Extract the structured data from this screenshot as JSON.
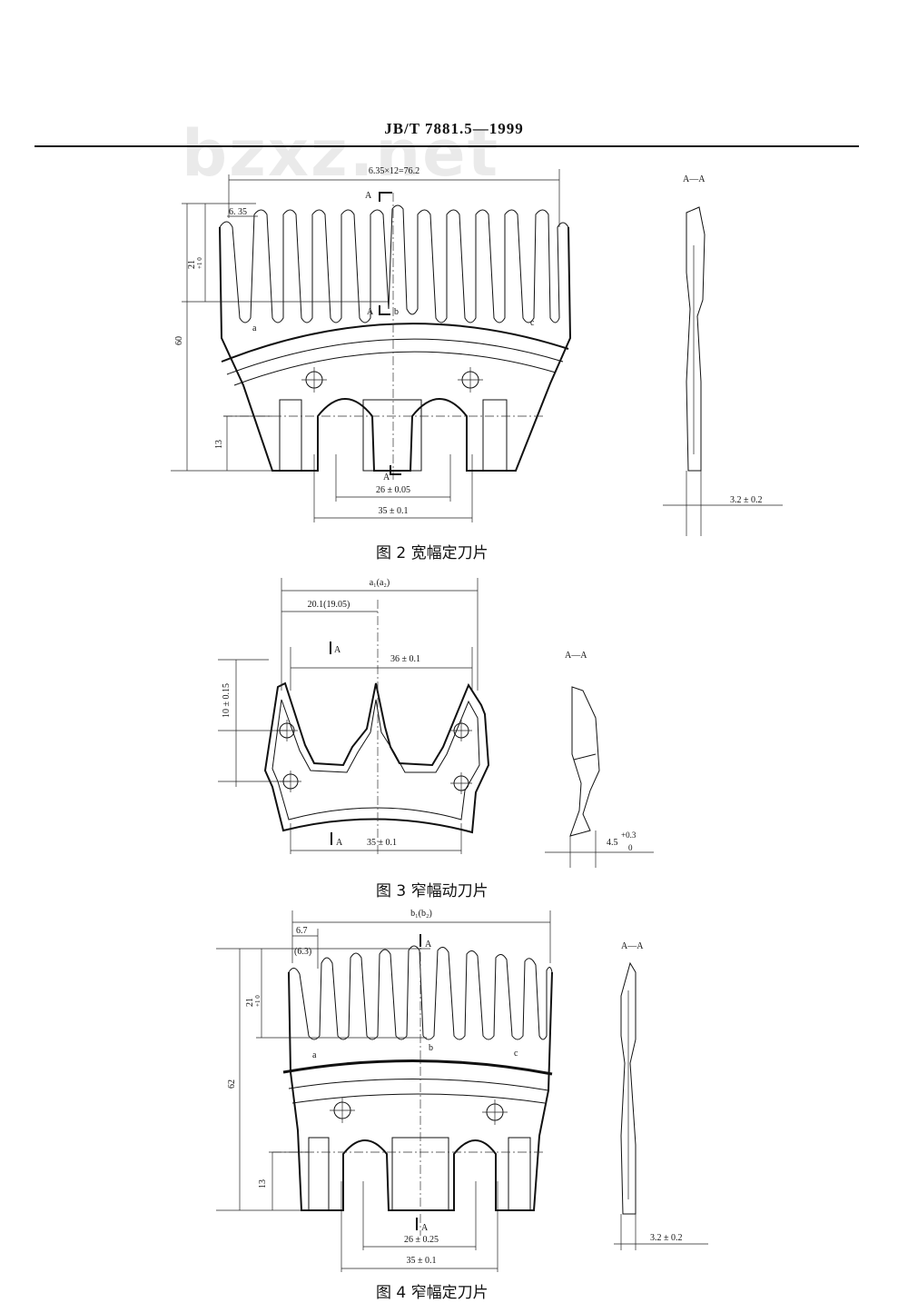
{
  "header": {
    "standard": "JB/T  7881.5—1999",
    "watermark": "bzxz.net"
  },
  "fig2": {
    "caption": "图 2   宽幅定刀片",
    "dim_pitch_total": "6.35×12=76.2",
    "dim_pitch": "6. 35",
    "dim_tooth": "21",
    "dim_tooth_tol": "+1 0",
    "dim_height": "60",
    "dim_slot": "13",
    "dim_inner": "26 ± 0.05",
    "dim_outer": "35 ± 0.1",
    "section_label": "A—A",
    "thickness": "3.2 ± 0.2",
    "mark_a": "a",
    "mark_b": "b",
    "mark_c": "c",
    "mark_A": "A"
  },
  "fig3": {
    "caption": "图 3   窄幅动刀片",
    "dim_width": "a₁(a₂)",
    "dim_offset": "20.1(19.05)",
    "dim_teeth": "36 ± 0.1",
    "dim_hole": "10 ± 0.15",
    "dim_base": "35 ± 0.1",
    "section_label": "A—A",
    "thickness": "4.5",
    "thickness_tol_upper": "+0.3",
    "thickness_tol_lower": "0",
    "mark_A": "A"
  },
  "fig4": {
    "caption": "图 4   窄幅定刀片",
    "dim_width": "b₁(b₂)",
    "dim_pitch_a": "6.7",
    "dim_pitch_b": "(6.3)",
    "dim_tooth": "21",
    "dim_tooth_tol": "+1 0",
    "dim_height": "62",
    "dim_slot": "13",
    "dim_inner": "26 ± 0.25",
    "dim_outer": "35 ± 0.1",
    "section_label": "A—A",
    "thickness": "3.2 ± 0.2",
    "mark_a": "a",
    "mark_b": "b",
    "mark_c": "c",
    "mark_A": "A"
  }
}
